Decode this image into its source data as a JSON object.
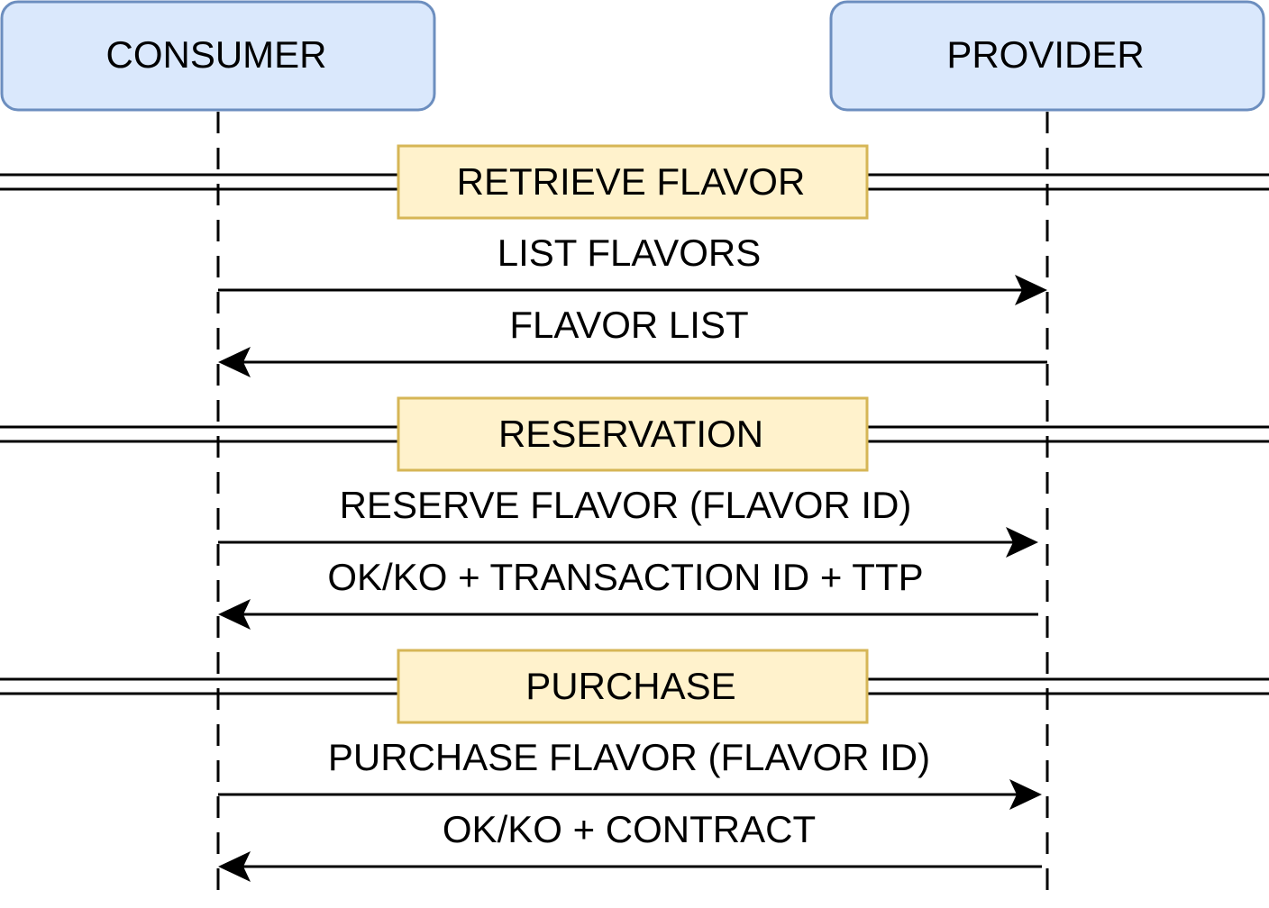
{
  "participants": {
    "consumer": "CONSUMER",
    "provider": "PROVIDER"
  },
  "sections": [
    {
      "label": "RETRIEVE FLAVOR",
      "messages": [
        {
          "label": "LIST FLAVORS",
          "direction": "to-provider"
        },
        {
          "label": "FLAVOR LIST",
          "direction": "to-consumer"
        }
      ]
    },
    {
      "label": "RESERVATION",
      "messages": [
        {
          "label": "RESERVE FLAVOR (FLAVOR ID)",
          "direction": "to-provider"
        },
        {
          "label": "OK/KO + TRANSACTION ID + TTP",
          "direction": "to-consumer"
        }
      ]
    },
    {
      "label": "PURCHASE",
      "messages": [
        {
          "label": "PURCHASE FLAVOR (FLAVOR ID)",
          "direction": "to-provider"
        },
        {
          "label": "OK/KO + CONTRACT",
          "direction": "to-consumer"
        }
      ]
    }
  ],
  "colors": {
    "participant_fill": "#dae8fc",
    "participant_stroke": "#6c8ebf",
    "section_fill": "#fff2cc",
    "section_stroke": "#d6b656"
  }
}
